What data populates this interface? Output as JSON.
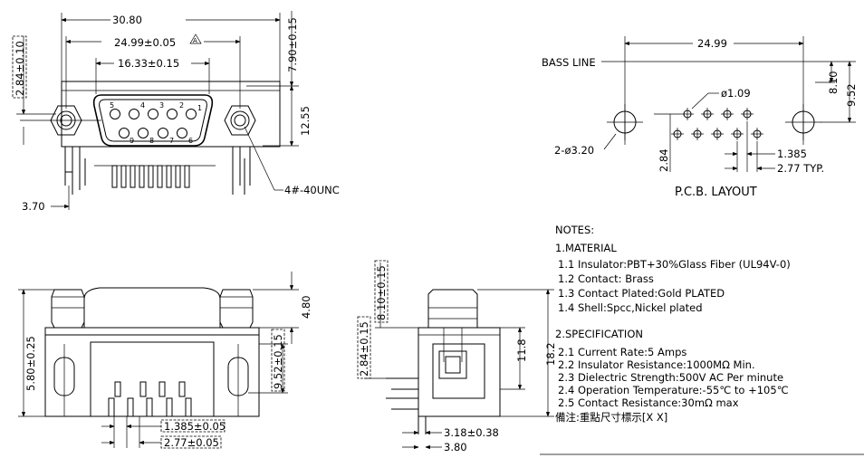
{
  "front_view": {
    "dim_overall_width": "30.80",
    "dim_flange_holes": "24.99±0.05",
    "revision_mark": "A",
    "dim_shell_width": "16.33±0.15",
    "dim_top_height": "7.90±0.15",
    "dim_left_height": "2.84±0.10",
    "dim_body_height": "12.55",
    "dim_pin_offset": "3.70",
    "thread_callout": "4#-40UNC",
    "pin_numbers_top": [
      "5",
      "4",
      "3",
      "2",
      "1"
    ],
    "pin_numbers_bottom": [
      "9",
      "8",
      "7",
      "6"
    ]
  },
  "pcb_layout": {
    "bass_line_label": "BASS LINE",
    "dim_holes_span": "24.99",
    "dim_hole_diameter": "ø1.09",
    "dim_mount_holes": "2-ø3.20",
    "dim_right_1": "8.10",
    "dim_right_2": "9.52",
    "dim_row_spacing": "2.84",
    "dim_pitch_half": "1.385",
    "dim_pitch": "2.77 TYP.",
    "title": "P.C.B.  LAYOUT"
  },
  "bottom_view": {
    "dim_height_total": "5.80±0.25",
    "dim_flange_height": "4.80",
    "dim_right_side": "9.52±0.15",
    "dim_pitch_half": "1.385±0.05",
    "dim_pitch": "2.77±0.05"
  },
  "side_view": {
    "dim_top_1": "2.84±0.15",
    "dim_top_2": "8.10±0.15",
    "dim_right_1": "11.8",
    "dim_right_2": "18.2",
    "dim_bottom_1": "3.18±0.38",
    "dim_bottom_2": "3.80"
  },
  "notes": {
    "heading": "NOTES:",
    "material_title": "1.MATERIAL",
    "material": [
      "1.1  Insulator:PBT+30%Glass  Fiber (UL94V-0)",
      "1.2  Contact: Brass",
      "1.3  Contact Plated:Gold    PLATED",
      "1.4  Shell:Spcc,Nickel  plated"
    ],
    "spec_title": "2.SPECIFICATION",
    "spec": [
      "2.1  Current Rate:5  Amps",
      "2.2  Insulator  Resistance:1000MΩ Min.",
      "2.3  Dielectric  Strength:500V AC Per  minute",
      "2.4  Operation  Temperature:-55℃  to  +105℃",
      "2.5  Contact  Resistance:30mΩ max"
    ],
    "remark": "備注:重點尺寸標示[X X]"
  }
}
